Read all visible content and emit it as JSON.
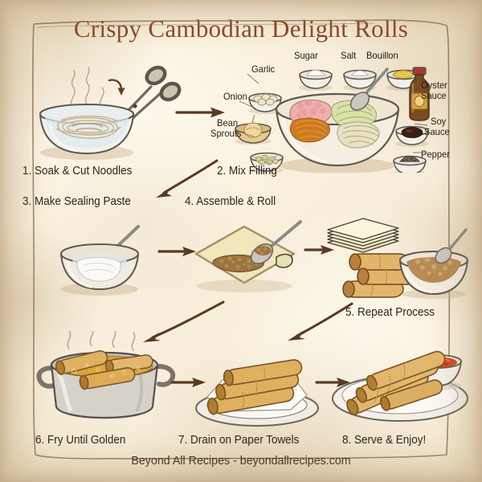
{
  "title": "Crispy Cambodian Delight Rolls",
  "footer": "Beyond All Recipes - beyondallrecipes.com",
  "colors": {
    "paper": "#f7efdc",
    "paper_edge": "#cbb489",
    "title": "#8a4526",
    "text": "#2e241b",
    "arrow": "#5a3a22",
    "roll_golden": "#d9a košt"
  },
  "steps": [
    {
      "n": "1",
      "label": "1. Soak & Cut Noodles"
    },
    {
      "n": "2",
      "label": "2. Mix Filling"
    },
    {
      "n": "3",
      "label": "3. Make Sealing Paste"
    },
    {
      "n": "4",
      "label": "4. Assemble & Roll"
    },
    {
      "n": "5",
      "label": "5. Repeat Process"
    },
    {
      "n": "6",
      "label": "6. Fry Until Golden"
    },
    {
      "n": "7",
      "label": "7. Drain on Paper Towels"
    },
    {
      "n": "8",
      "label": "8. Serve & Enjoy!"
    }
  ],
  "ingredients": [
    {
      "label": "Garlic"
    },
    {
      "label": "Sugar"
    },
    {
      "label": "Salt"
    },
    {
      "label": "Bouillon"
    },
    {
      "label": "Onion"
    },
    {
      "label": "Bean\nSprouts"
    },
    {
      "label": "Oyster\nSauce"
    },
    {
      "label": "Soy\nSauce"
    },
    {
      "label": "Pepper"
    }
  ],
  "ingredient_text": {
    "garlic": "Garlic",
    "sugar": "Sugar",
    "salt": "Salt",
    "bouillon": "Bouillon",
    "onion": "Onion",
    "bean_sprouts_1": "Bean",
    "bean_sprouts_2": "Sprouts",
    "oyster_1": "Oyster",
    "oyster_2": "Sauce",
    "soy_1": "Soy",
    "soy_2": "Sauce",
    "pepper": "Pepper"
  }
}
